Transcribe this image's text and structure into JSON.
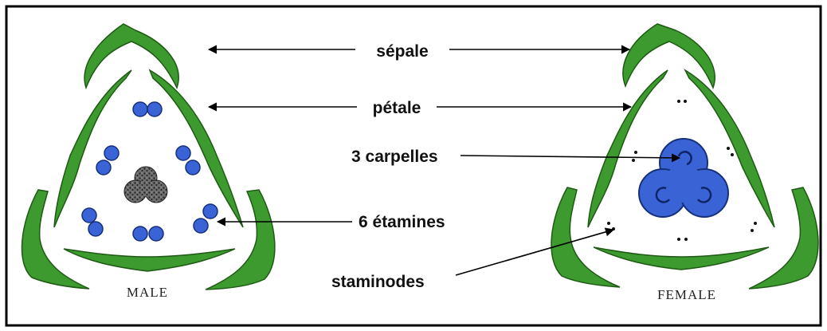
{
  "labels": {
    "sepal": "sépale",
    "petal": "pétale",
    "carpels": "3 carpelles",
    "stamens": "6 étamines",
    "staminodes": "staminodes"
  },
  "captions": {
    "male": "MALE",
    "female": "FEMALE"
  },
  "colors": {
    "sepal_petal_green": "#3c9a2e",
    "anther_blue": "#3a63d6",
    "ovary_blue": "#3a63d6",
    "pistillode_gray": "#555555",
    "frame": "#000000"
  }
}
